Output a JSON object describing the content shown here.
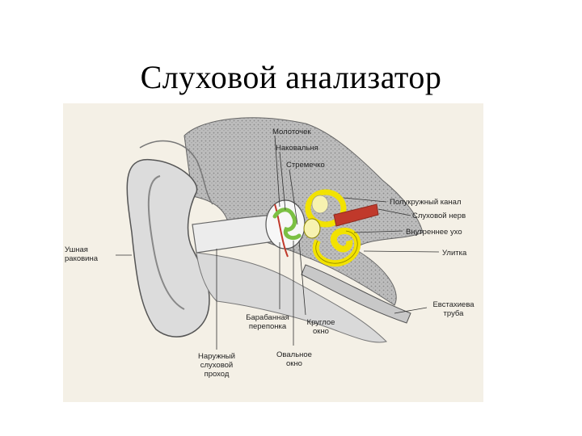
{
  "slide": {
    "title": "Слуховой анализатор"
  },
  "diagram": {
    "labels": {
      "hammer": "Молоточек",
      "anvil": "Наковальня",
      "stirrup": "Стремечко",
      "semicircular_canal": "Полукружный канал",
      "auditory_nerve": "Слуховой нерв",
      "inner_ear": "Внутреннее ухо",
      "cochlea": "Улитка",
      "auricle_line1": "Ушная",
      "auricle_line2": "раковина",
      "eardrum_line1": "Барабанная",
      "eardrum_line2": "перепонка",
      "round_window_line1": "Круглое",
      "round_window_line2": "окно",
      "oval_window_line1": "Овальное",
      "oval_window_line2": "окно",
      "ear_canal_line1": "Наружный",
      "ear_canal_line2": "слуховой",
      "ear_canal_line3": "проход",
      "eustachian_line1": "Евстахиева",
      "eustachian_line2": "труба"
    },
    "colors": {
      "background": "#f4f0e6",
      "bone": "#c9c9c9",
      "soft_tissue": "#e2e2e2",
      "cochlea": "#f2e200",
      "nerve": "#c0392b",
      "ossicles": "#7bc043"
    }
  }
}
